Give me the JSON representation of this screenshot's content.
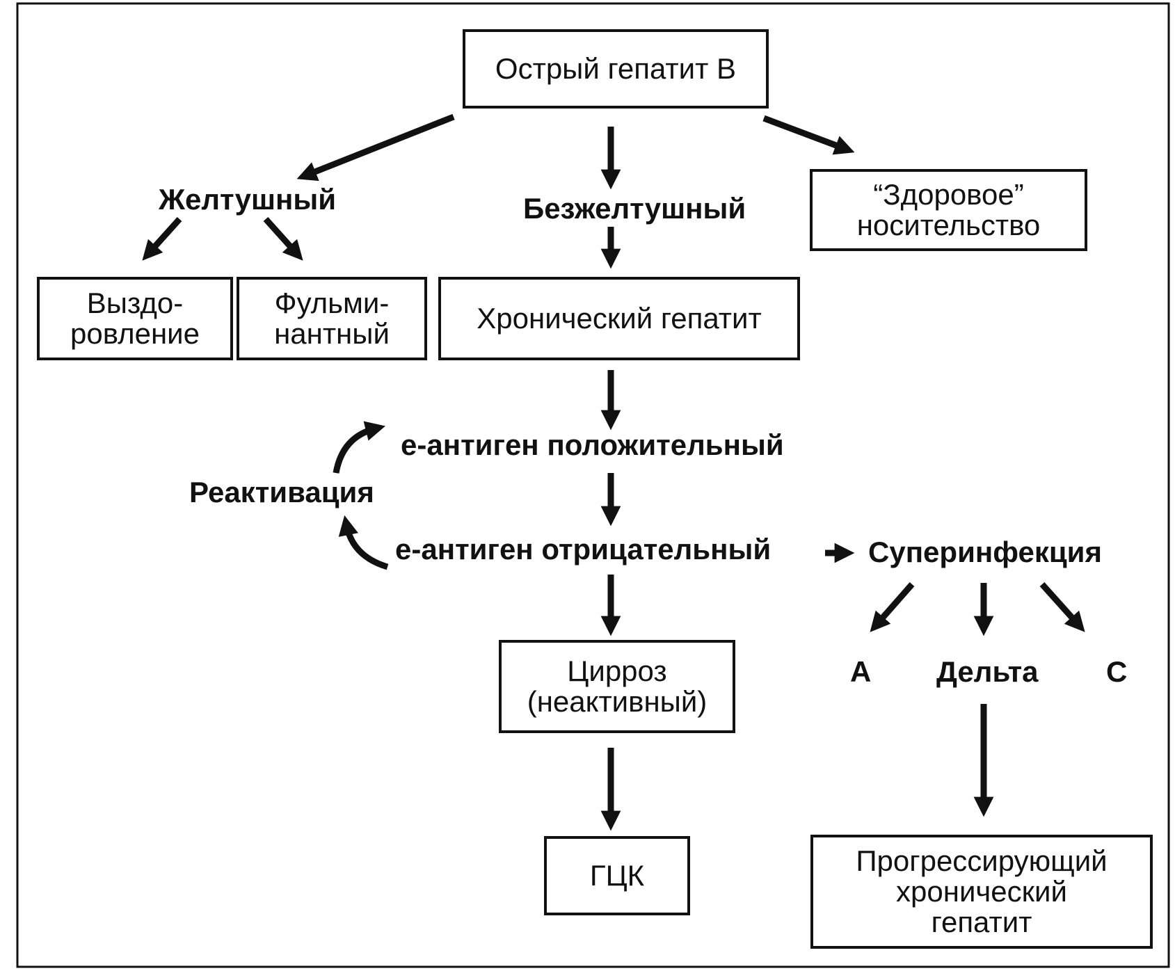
{
  "diagram": {
    "acute_hbv": "Острый гепатит В",
    "icteric": "Желтушный",
    "anicteric": "Безжелтушный",
    "healthy_carrier": [
      "“Здоровое”",
      "носительство"
    ],
    "recovery": [
      "Выздо-",
      "ровление"
    ],
    "fulminant": [
      "Фульми-",
      "нантный"
    ],
    "chronic_hepatitis": "Хронический гепатит",
    "e_antigen_positive": "е-антиген положительный",
    "reactivation": "Реактивация",
    "e_antigen_negative": "е-антиген отрицательный",
    "superinfection": "Суперинфекция",
    "cirrhosis": [
      "Цирроз",
      "(неактивный)"
    ],
    "superinfection_a": "А",
    "superinfection_delta": "Дельта",
    "superinfection_c": "С",
    "hcc": "ГЦК",
    "progressive_chronic_hepatitis": [
      "Прогрессирующий",
      "хронический",
      "гепатит"
    ]
  }
}
